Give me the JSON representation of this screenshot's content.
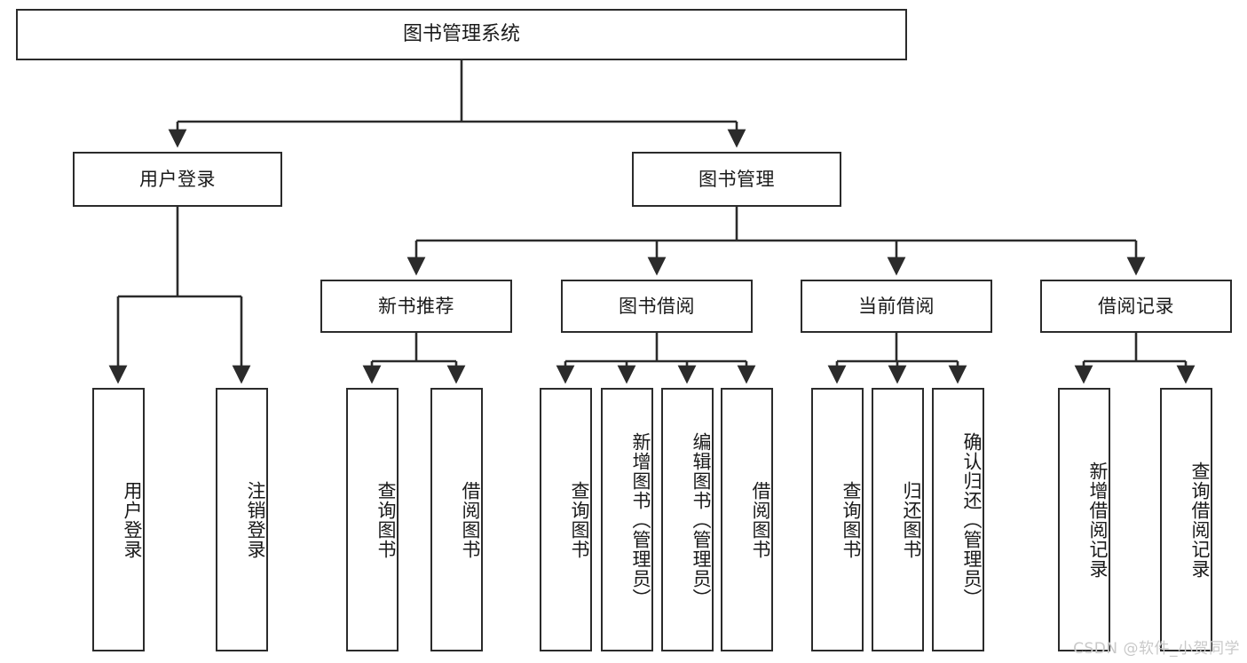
{
  "diagram": {
    "title": "图书管理系统",
    "type": "functional-structure-tree",
    "root": {
      "id": "root",
      "label": "图书管理系统"
    },
    "level1": [
      {
        "id": "user-login",
        "label": "用户登录"
      },
      {
        "id": "book-management",
        "label": "图书管理"
      }
    ],
    "level2": [
      {
        "id": "new-book-recommend",
        "label": "新书推荐",
        "parent": "book-management"
      },
      {
        "id": "book-borrow",
        "label": "图书借阅",
        "parent": "book-management"
      },
      {
        "id": "current-borrow",
        "label": "当前借阅",
        "parent": "book-management"
      },
      {
        "id": "borrow-record",
        "label": "借阅记录",
        "parent": "book-management"
      }
    ],
    "leaves": {
      "user_login": [
        {
          "id": "leaf-user-login",
          "label": "用户登录"
        },
        {
          "id": "leaf-user-logout",
          "label": "注销登录"
        }
      ],
      "new_book_recommend": [
        {
          "id": "leaf-query-book-1",
          "label": "查询图书"
        },
        {
          "id": "leaf-borrow-book-1",
          "label": "借阅图书"
        }
      ],
      "book_borrow": [
        {
          "id": "leaf-query-book-2",
          "label": "查询图书"
        },
        {
          "id": "leaf-add-book",
          "label": "新增图书（管理员）"
        },
        {
          "id": "leaf-edit-book",
          "label": "编辑图书（管理员）"
        },
        {
          "id": "leaf-borrow-book-2",
          "label": "借阅图书"
        }
      ],
      "current_borrow": [
        {
          "id": "leaf-query-book-3",
          "label": "查询图书"
        },
        {
          "id": "leaf-return-book",
          "label": "归还图书"
        },
        {
          "id": "leaf-confirm-return",
          "label": "确认归还（管理员）"
        }
      ],
      "borrow_record": [
        {
          "id": "leaf-add-record",
          "label": "新增借阅记录"
        },
        {
          "id": "leaf-query-record",
          "label": "查询借阅记录"
        }
      ]
    },
    "watermark": "CSDN @软件_小贺同学",
    "colors": {
      "stroke": "#2b2b2b",
      "fill": "#ffffff",
      "text": "#1a1a1a",
      "watermark": "#c9c9c9"
    }
  }
}
